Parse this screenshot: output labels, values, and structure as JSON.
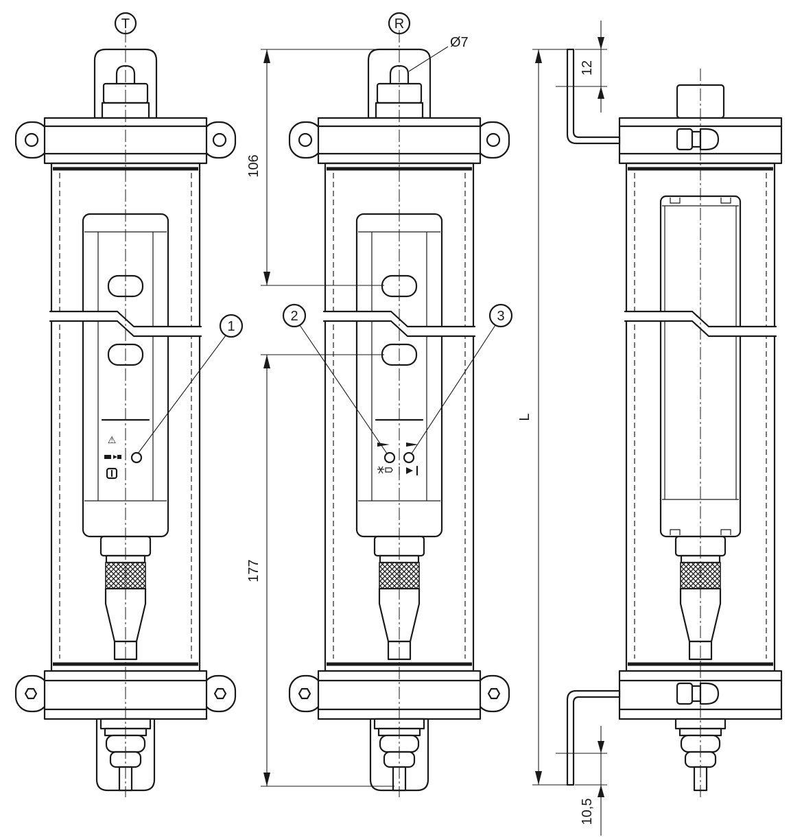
{
  "views": {
    "transmitter": {
      "label": "T"
    },
    "receiver": {
      "label": "R"
    }
  },
  "callouts": [
    "1",
    "2",
    "3"
  ],
  "dimensions": {
    "hole_diameter": "Ø7",
    "top_to_mount": "106",
    "mount_to_bottom": "177",
    "bracket_top": "12",
    "bracket_bottom": "10,5",
    "overall_length": "L"
  },
  "icons": [
    "warning-triangle-icon",
    "beam-icon",
    "power-icon"
  ]
}
